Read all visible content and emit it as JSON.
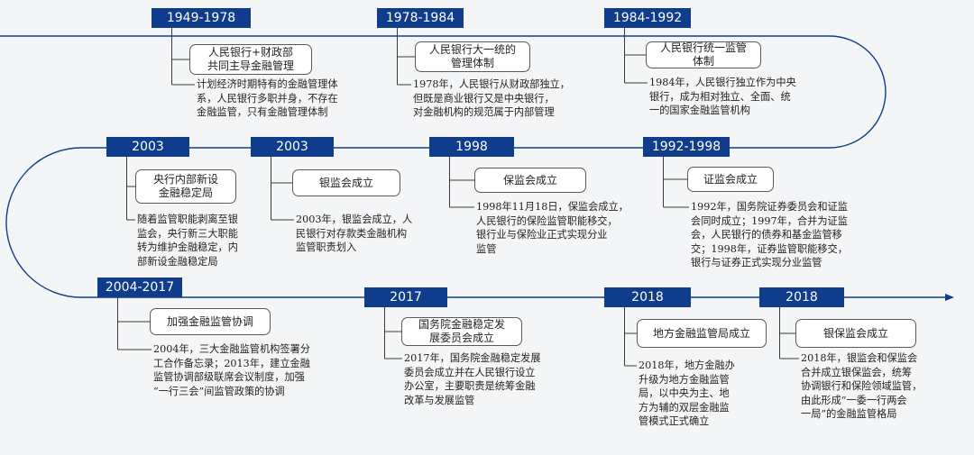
{
  "timeline": [
    {
      "period": "1949-1978",
      "box": "人民银行+财政部\n共同主导金融管理",
      "desc": "计划经济时期特有的金融管理体\n系，人民银行多职并身，不存在\n金融监管，只有金融管理体制"
    },
    {
      "period": "1978-1984",
      "box": "人民银行大一统的\n管理体制",
      "desc": "1978年，人民银行从财政部独立，\n但既是商业银行又是中央银行，\n对金融机构的规范属于内部管理"
    },
    {
      "period": "1984-1992",
      "box": "人民银行统一监管\n体制",
      "desc": "1984年，人民银行独立作为中央\n银行，成为相对独立、全面、统\n一的国家金融监管机构"
    },
    {
      "period": "1992-1998",
      "box": "证监会成立",
      "desc": "1992年，国务院证券委员会和证监\n会同时成立；1997年，合并为证监\n会，人民银行的债券和基金监管移\n交；1998年，证券监管职能移交，\n银行与证券正式实现分业监管"
    },
    {
      "period": "1998",
      "box": "保监会成立",
      "desc": "1998年11月18日，保监会成立，\n人民银行的保险监管职能移交，\n银行业与保险业正式实现分业\n监管"
    },
    {
      "period": "2003",
      "box": "银监会成立",
      "desc": "2003年，银监会成立，人\n民银行对存款类金融机构\n监管职责划入"
    },
    {
      "period": "2003",
      "box": "央行内部新设\n金融稳定局",
      "desc": "随着监管职能剥离至银\n监会，央行新三大职能\n转为维护金融稳定，内\n部新设金融稳定局"
    },
    {
      "period": "2004-2017",
      "box": "加强金融监管协调",
      "desc": "2004年，三大金融监管机构签署分\n工合作备忘录；2013年，建立金融\n监管协调部级联席会议制度，加强\n“一行三会”间监管政策的协调"
    },
    {
      "period": "2017",
      "box": "国务院金融稳定发\n展委员会成立",
      "desc": "2017年，国务院金融稳定发展\n委员会成立并在人民银行设立\n办公室，主要职责是统筹金融\n改革与发展监管"
    },
    {
      "period": "2018",
      "box": "地方金融监管局成立",
      "desc": "2018年，地方金融办\n升级为地方金融监管\n局，以中央为主、地\n方为辅的双层金融监\n管模式正式确立"
    },
    {
      "period": "2018",
      "box": "银保监会成立",
      "desc": "2018年，银监会和保监会\n合并成立银保监会，统筹\n协调银行和保险领域监管，\n由此形成“一委一行两会\n一局”的金融监管格局"
    }
  ]
}
